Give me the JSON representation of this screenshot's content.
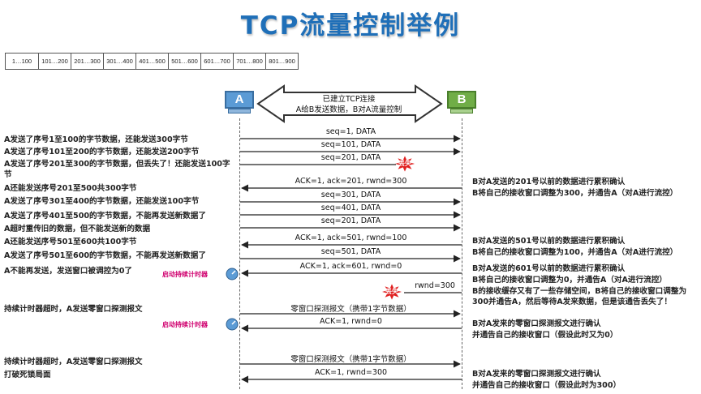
{
  "title": "TCP流量控制举例",
  "segments": [
    "1…100",
    "101…200",
    "201…300",
    "301…400",
    "401…500",
    "501…600",
    "601…700",
    "701…800",
    "801…900"
  ],
  "hosts": {
    "a": "A",
    "b": "B"
  },
  "connection": {
    "line1": "已建立TCP连接",
    "line2": "A给B发送数据，B对A流量控制"
  },
  "left_notes": [
    "A发送了序号1至100的字节数据，还能发送300字节",
    "A发送了序号101至200的字节数据，还能发送200字节",
    "A发送了序号201至300的字节数据，但丢失了！还能发送100字节",
    "A还能发送序号201至500共300字节",
    "A发送了序号301至400的字节数据，还能发送100字节",
    "A发送了序号401至500的字节数据，不能再发送新数据了",
    "A超时重传旧的数据，但不能发送新的数据",
    "A还能发送序号501至600共100字节",
    "A发送了序号501至600的字节数据，不能再发送新数据了",
    "A不能再发送，发送窗口被调控为0了",
    "持续计时器超时，A发送零窗口探测报文",
    "持续计时器超时，A发送零窗口探测报文",
    "打破死锁局面"
  ],
  "messages": [
    {
      "label": "seq=1, DATA",
      "dir": "AB"
    },
    {
      "label": "seq=101, DATA",
      "dir": "AB"
    },
    {
      "label": "seq=201, DATA",
      "dir": "AB",
      "lost": true
    },
    {
      "label": "ACK=1, ack=201, rwnd=300",
      "dir": "BA"
    },
    {
      "label": "seq=301, DATA",
      "dir": "AB"
    },
    {
      "label": "seq=401, DATA",
      "dir": "AB"
    },
    {
      "label": "seq=201, DATA",
      "dir": "AB"
    },
    {
      "label": "ACK=1, ack=501, rwnd=100",
      "dir": "BA"
    },
    {
      "label": "seq=501, DATA",
      "dir": "AB"
    },
    {
      "label": "ACK=1, ack=601, rwnd=0",
      "dir": "BA"
    },
    {
      "label": "rwnd=300",
      "dir": "BA",
      "lost": true
    },
    {
      "label": "零窗口探测报文（携带1字节数据）",
      "dir": "AB"
    },
    {
      "label": "ACK=1,  rwnd=0",
      "dir": "BA"
    },
    {
      "label": "零窗口探测报文（携带1字节数据）",
      "dir": "AB"
    },
    {
      "label": "ACK=1,  rwnd=300",
      "dir": "BA"
    }
  ],
  "lost_label": "丢失",
  "timer_label": "启动持续计时器",
  "right_notes": [
    "B对A发送的201号以前的数据进行累积确认",
    "B将自己的接收窗口调整为300，并通告A（对A进行流控）",
    "B对A发送的501号以前的数据进行累积确认",
    "B将自己的接收窗口调整为100，并通告A（对A进行流控）",
    "B对A发送的601号以前的数据进行累积确认",
    "B将自己的接收窗口调整为0，并通告A（对A进行流控）",
    "B的接收缓存又有了一些存储空间，B将自己的接收窗口调整为300并通告A，然后等待A发来数据，但是该通告丢失了！",
    "B对A发来的零窗口探测报文进行确认",
    "并通告自己的接收窗口（假设此时又为0）",
    "B对A发来的零窗口探测报文进行确认",
    "并通告自己的接收窗口（假设此时为300）"
  ],
  "colors": {
    "title": "#1f6fb8",
    "hostA": "#5b9bd5",
    "hostB": "#70ad47",
    "lost": "#e02020",
    "timer": "#d0006f"
  }
}
